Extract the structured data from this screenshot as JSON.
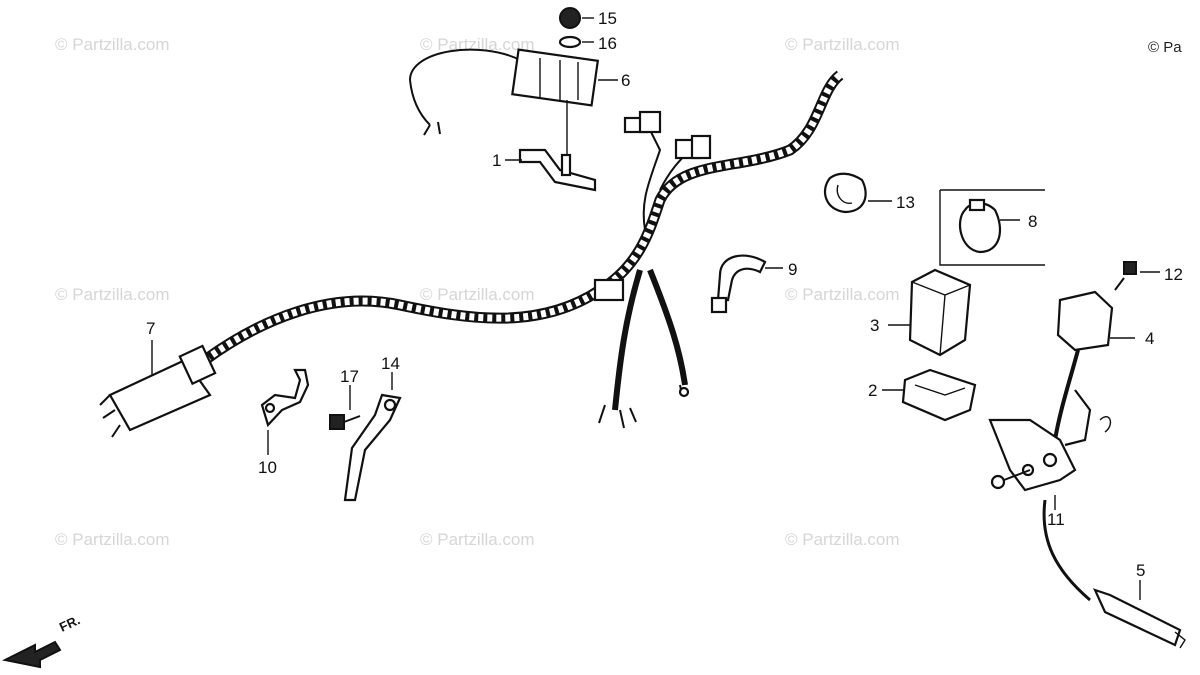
{
  "watermark": "© Partzilla.com",
  "copyright": "© Pa",
  "direction_label": "FR.",
  "callouts": {
    "p1": "1",
    "p2": "2",
    "p3": "3",
    "p4": "4",
    "p5": "5",
    "p6": "6",
    "p7": "7",
    "p8": "8",
    "p9": "9",
    "p10": "10",
    "p11": "11",
    "p12": "12",
    "p13": "13",
    "p14": "14",
    "p15": "15",
    "p16": "16",
    "p17": "17"
  }
}
